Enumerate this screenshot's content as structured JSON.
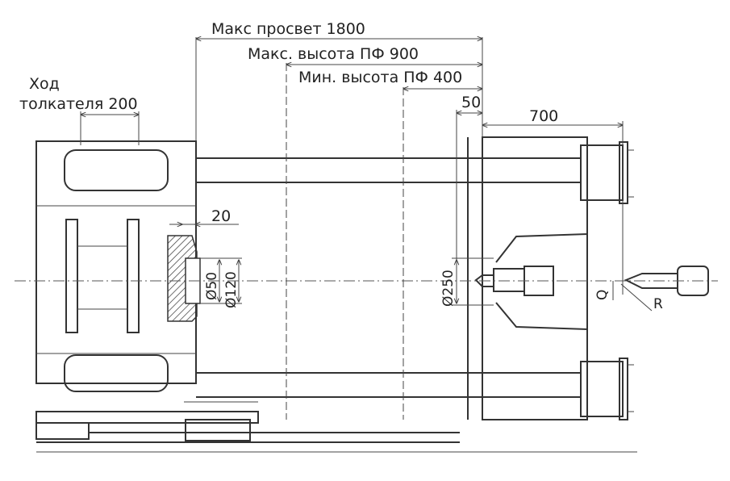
{
  "dimensions": {
    "max_clearance": "Макс просвет   1800",
    "max_mold_height": "Макс. высота ПФ 900",
    "min_mold_height": "Мин. высота ПФ   400",
    "ejector_stroke_line1": "Ход",
    "ejector_stroke_line2": "толкателя  200",
    "offset_20": "20",
    "offset_50": "50",
    "width_700": "700",
    "dia_50": "Ø50",
    "dia_120": "Ø120",
    "dia_250": "Ø250",
    "label_q": "Q",
    "label_r": "R"
  }
}
